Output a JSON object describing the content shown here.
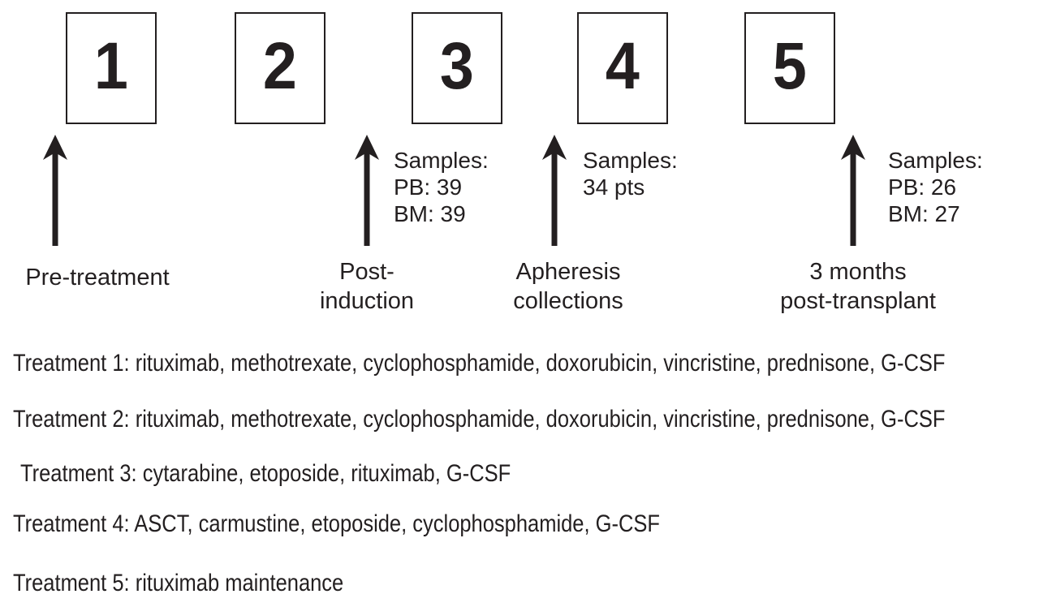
{
  "palette": {
    "background": "#ffffff",
    "ink": "#231f20"
  },
  "timeline": {
    "boxes": [
      {
        "number": "1"
      },
      {
        "number": "2"
      },
      {
        "number": "3"
      },
      {
        "number": "4"
      },
      {
        "number": "5"
      }
    ],
    "timepoints": [
      {
        "label_lines": [
          "Pre-treatment"
        ],
        "samples_lines": []
      },
      {
        "label_lines": [
          "Post-",
          "induction"
        ],
        "samples_lines": [
          "Samples:",
          "PB: 39",
          "BM: 39"
        ]
      },
      {
        "label_lines": [
          "Apheresis",
          "collections"
        ],
        "samples_lines": [
          "Samples:",
          "34 pts"
        ]
      },
      {
        "label_lines": [
          "3 months",
          "post-transplant"
        ],
        "samples_lines": [
          "Samples:",
          "PB: 26",
          "BM: 27"
        ]
      }
    ],
    "treatments": [
      "Treatment 1: rituximab, methotrexate, cyclophosphamide, doxorubicin, vincristine, prednisone, G-CSF",
      "Treatment 2: rituximab, methotrexate, cyclophosphamide, doxorubicin, vincristine, prednisone, G-CSF",
      "Treatment 3: cytarabine, etoposide, rituximab, G-CSF",
      "Treatment 4: ASCT, carmustine, etoposide, cyclophosphamide, G-CSF",
      "Treatment 5: rituximab maintenance"
    ]
  }
}
